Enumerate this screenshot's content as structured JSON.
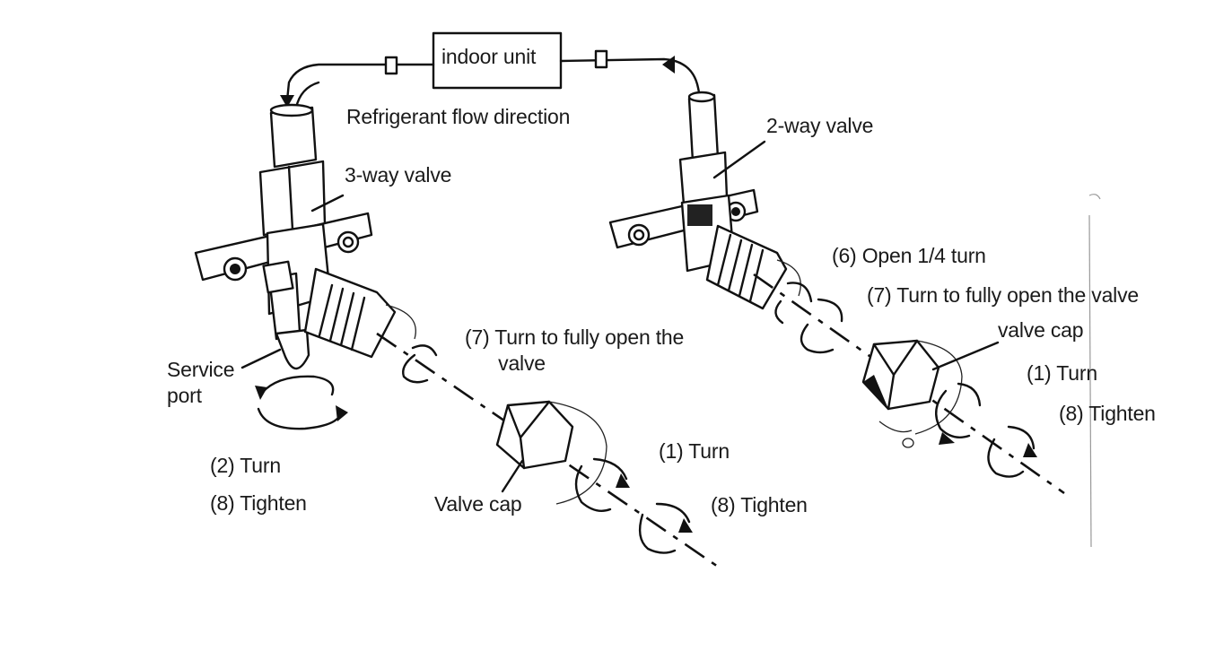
{
  "labels": {
    "indoor_unit": "indoor unit",
    "flow_direction": "Refrigerant flow direction",
    "three_way_valve": "3-way valve",
    "two_way_valve": "2-way valve",
    "service_port": "Service\nport",
    "left_turn_service": "(2) Turn",
    "left_tighten_service": "(8) Tighten",
    "left_open_valve": "(7) Turn to fully open the\n      valve",
    "left_valve_cap": "Valve cap",
    "left_cap_turn": "(1) Turn",
    "left_cap_tighten": "(8) Tighten",
    "right_open_quarter": "(6) Open 1/4 turn",
    "right_open_valve": "(7) Turn to fully open the valve",
    "right_valve_cap": "valve cap",
    "right_cap_turn": "(1) Turn",
    "right_cap_tighten": "(8) Tighten"
  }
}
